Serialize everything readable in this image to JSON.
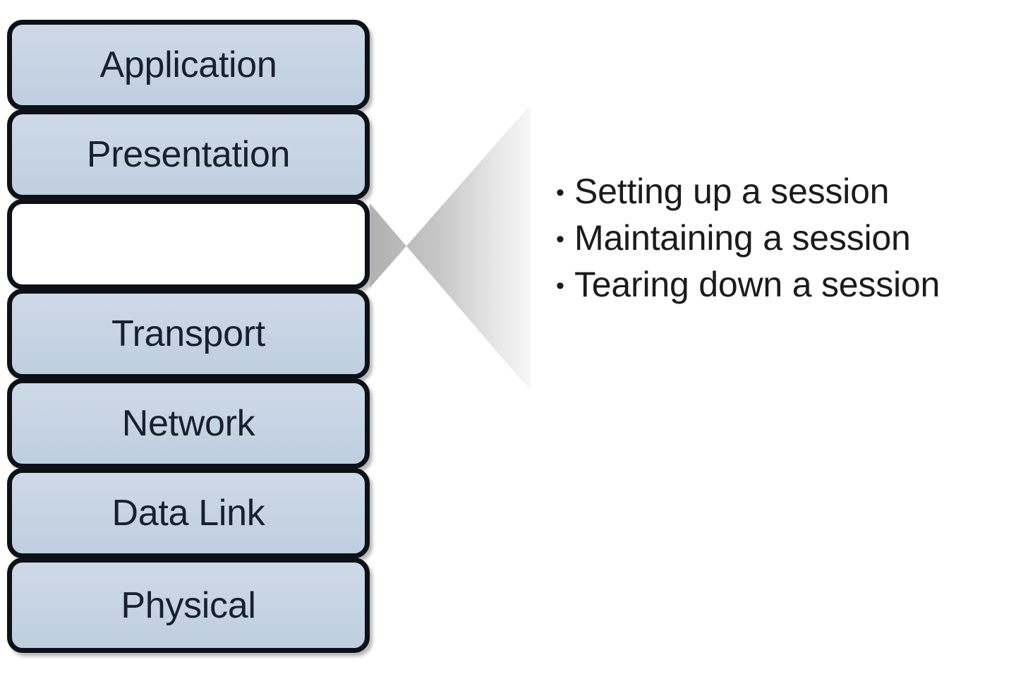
{
  "diagram": {
    "title": "OSI Model Session Layer Callout",
    "colors": {
      "box_fill": "#c9d6e5",
      "box_fill_blank": "#ffffff",
      "box_border": "#0d1117",
      "label_text": "#17202e",
      "bullet_text": "#1b1b1b",
      "wedge_gradient_start": "#b0b0b0",
      "wedge_gradient_end": "#f5f5f5",
      "page_background": "#ffffff"
    }
  },
  "stack": {
    "name": "osi-layer-stack",
    "layers": [
      {
        "label": "Application",
        "blank": false
      },
      {
        "label": "Presentation",
        "blank": false
      },
      {
        "label": "",
        "blank": true
      },
      {
        "label": "Transport",
        "blank": false
      },
      {
        "label": "Network",
        "blank": false
      },
      {
        "label": "Data Link",
        "blank": false
      },
      {
        "label": "Physical",
        "blank": false
      }
    ]
  },
  "callout": {
    "source_layer_index": 2,
    "bullet_glyph": "•",
    "bullets": [
      {
        "text": "Setting up a session"
      },
      {
        "text": "Maintaining a session"
      },
      {
        "text": "Tearing down a session"
      }
    ]
  }
}
